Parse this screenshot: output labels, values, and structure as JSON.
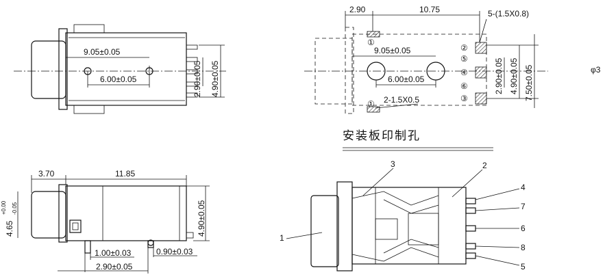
{
  "top_left_view": {
    "dim_pitch_outer": "9.05±0.05",
    "dim_pitch_inner": "6.00±0.05",
    "dim_vertical_a": "2.90±0.05",
    "dim_vertical_b": "4.90±0.05"
  },
  "bottom_left_view": {
    "dim_front": "3.70",
    "dim_body": "11.85",
    "dim_height": "4.65",
    "dim_height_tol_upper": "+0.00",
    "dim_height_tol_lower": "-0.05",
    "dim_right_height": "4.90±0.05",
    "dim_pin_width": "1.00±0.03",
    "dim_pin_thickness": "0.90±0.03",
    "dim_pin_pitch": "2.90±0.05"
  },
  "pcb_layout": {
    "dim_top_left": "2.90",
    "dim_top_right": "10.75",
    "pad_note": "5-(1.5X0.8)",
    "dim_pitch_outer": "9.05±0.05",
    "dim_pitch_inner": "6.00±0.05",
    "dim_vertical_a": "2.90±0.05",
    "dim_vertical_b": "4.90±0.05",
    "dim_vertical_c": "7.50±0.05",
    "hole_note": "2-1.5X0.5",
    "pin_marks": [
      "①",
      "②",
      "⑤",
      "④",
      "⑥",
      "③",
      "①"
    ],
    "caption": "安装板印制孔"
  },
  "section_view": {
    "callouts": [
      "1",
      "2",
      "3",
      "4",
      "5",
      "6",
      "7",
      "8"
    ]
  },
  "edge_fragment": "φ3"
}
